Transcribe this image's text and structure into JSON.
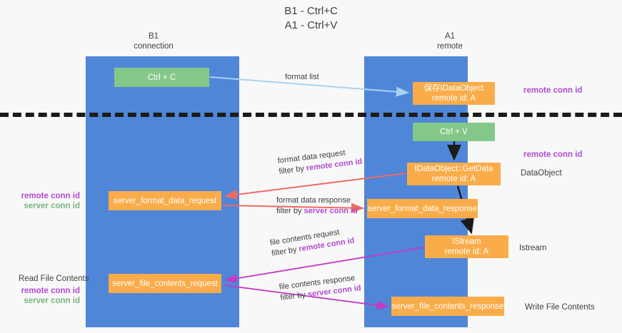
{
  "title": "B1 - Ctrl+C\nA1 - Ctrl+V",
  "columns": [
    {
      "id": "b1",
      "header": "B1\nconnection"
    },
    {
      "id": "a1",
      "header": "A1\nremote"
    }
  ],
  "nodes": {
    "ctrl_c": "Ctrl + C",
    "idataobject": "保存IDataObject\nremote id: A",
    "ctrl_v": "Ctrl + V",
    "getdata": "IDataObject::GetData\nremote id: A",
    "server_format_data_request": "server_format_data_request",
    "server_format_data_response": "server_format_data_response",
    "istream": "IStream\nremote id: A",
    "server_file_contents_request": "server_file_contents_request",
    "server_file_contents_response": "server_file_contents_response"
  },
  "edge_labels": {
    "format_list": "format list",
    "format_data_request": "format data request",
    "format_data_request_filter_prefix": "filter by ",
    "format_data_request_filter_key": "remote conn id",
    "format_data_response": "format data response",
    "format_data_response_filter_prefix": "filter by ",
    "format_data_response_filter_key": "server conn id",
    "file_contents_request": "file contents request",
    "file_contents_request_filter_prefix": "filter by ",
    "file_contents_request_filter_key": "remote conn id",
    "file_contents_response": "file contents response",
    "file_contents_response_filter_prefix": "filter by ",
    "file_contents_response_filter_key": "server conn id"
  },
  "side_notes": {
    "remote_conn_id_top": "remote conn id",
    "remote_conn_id_mid": "remote conn id",
    "dataobject": "DataObject",
    "istream": "Istream",
    "write_file_contents": "Write File Contents",
    "read_file_contents": "Read File Contents"
  },
  "left_pairs": {
    "mid_remote": "remote conn id",
    "mid_server": "server conn id",
    "bottom_remote": "remote conn id",
    "bottom_server": "server conn id"
  },
  "colors": {
    "lane_blue": "#5086d8",
    "node_green": "#84c889",
    "node_orange": "#f9ac49",
    "accent_purple": "#b14ad0",
    "accent_green": "#76b57c",
    "arrow_light_blue": "#a8d3f0",
    "arrow_red": "#ef6a62",
    "arrow_magenta": "#c838c0",
    "arrow_black": "#1b1b1b",
    "background": "#f8f8f8"
  }
}
